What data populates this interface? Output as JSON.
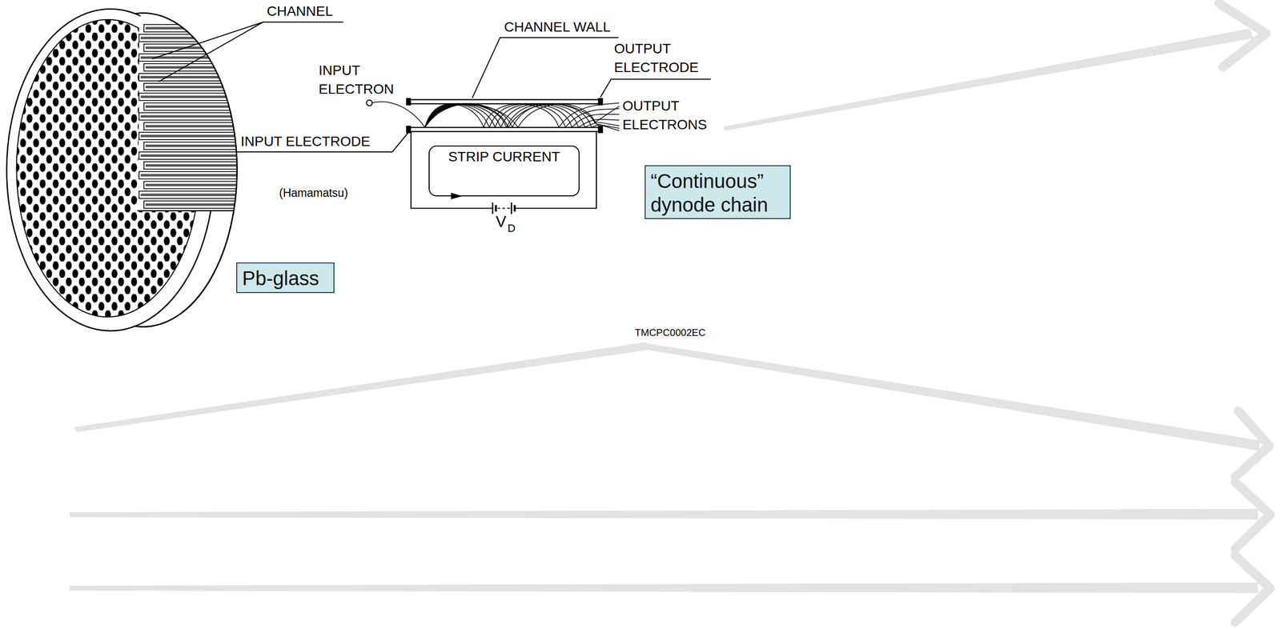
{
  "diagram": {
    "nodes": [
      {
        "text": [
          "STRIP CURRENT"
        ]
      },
      {
        "text": [
          "“Continuous” dynode chain"
        ]
      },
      {
        "text": [
          "Pb-glass"
        ]
      }
    ],
    "labels": [
      "CHANNEL",
      "CHANNEL WALL",
      "OUTPUT ELECTRODE",
      "INPUT ELECTRON",
      "OUTPUT ELECTRONS",
      "INPUT ELECTRODE",
      "(Hamamatsu)",
      "V",
      "D",
      "TMCPC0002EC"
    ]
  }
}
